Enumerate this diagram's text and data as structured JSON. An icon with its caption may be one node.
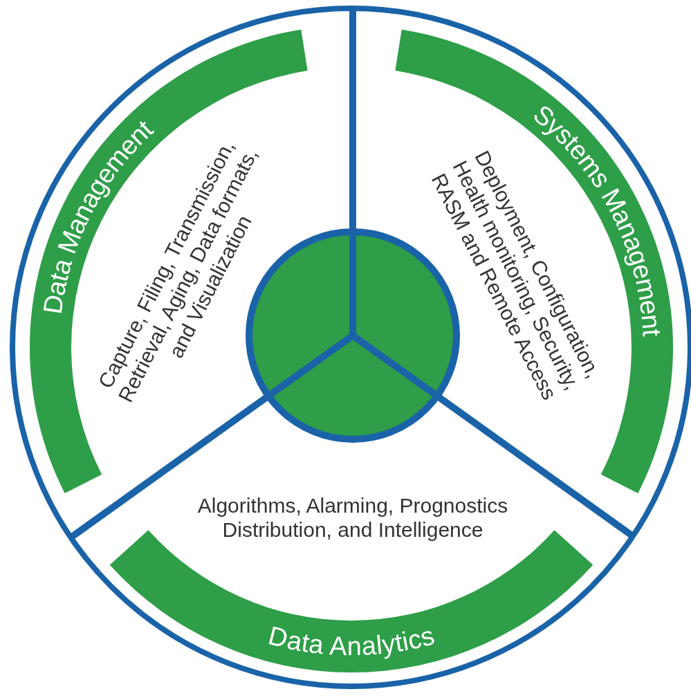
{
  "diagram": {
    "nodes": [
      {
        "text": [
          "Data Management",
          "Capture, Filing, Transmission, Retrieval, Aging, Data formats, and Visualization"
        ]
      },
      {
        "text": [
          "Systems Management",
          "Deployment, Configuration, Health monitoring, Security, RASM and Remote Access"
        ]
      },
      {
        "text": [
          "Algorithms, Alarming, Prognostics Distribution, and Intelligence",
          "Data Analytics"
        ]
      },
      {
        "text": [],
        "shape": "circle"
      }
    ]
  }
}
